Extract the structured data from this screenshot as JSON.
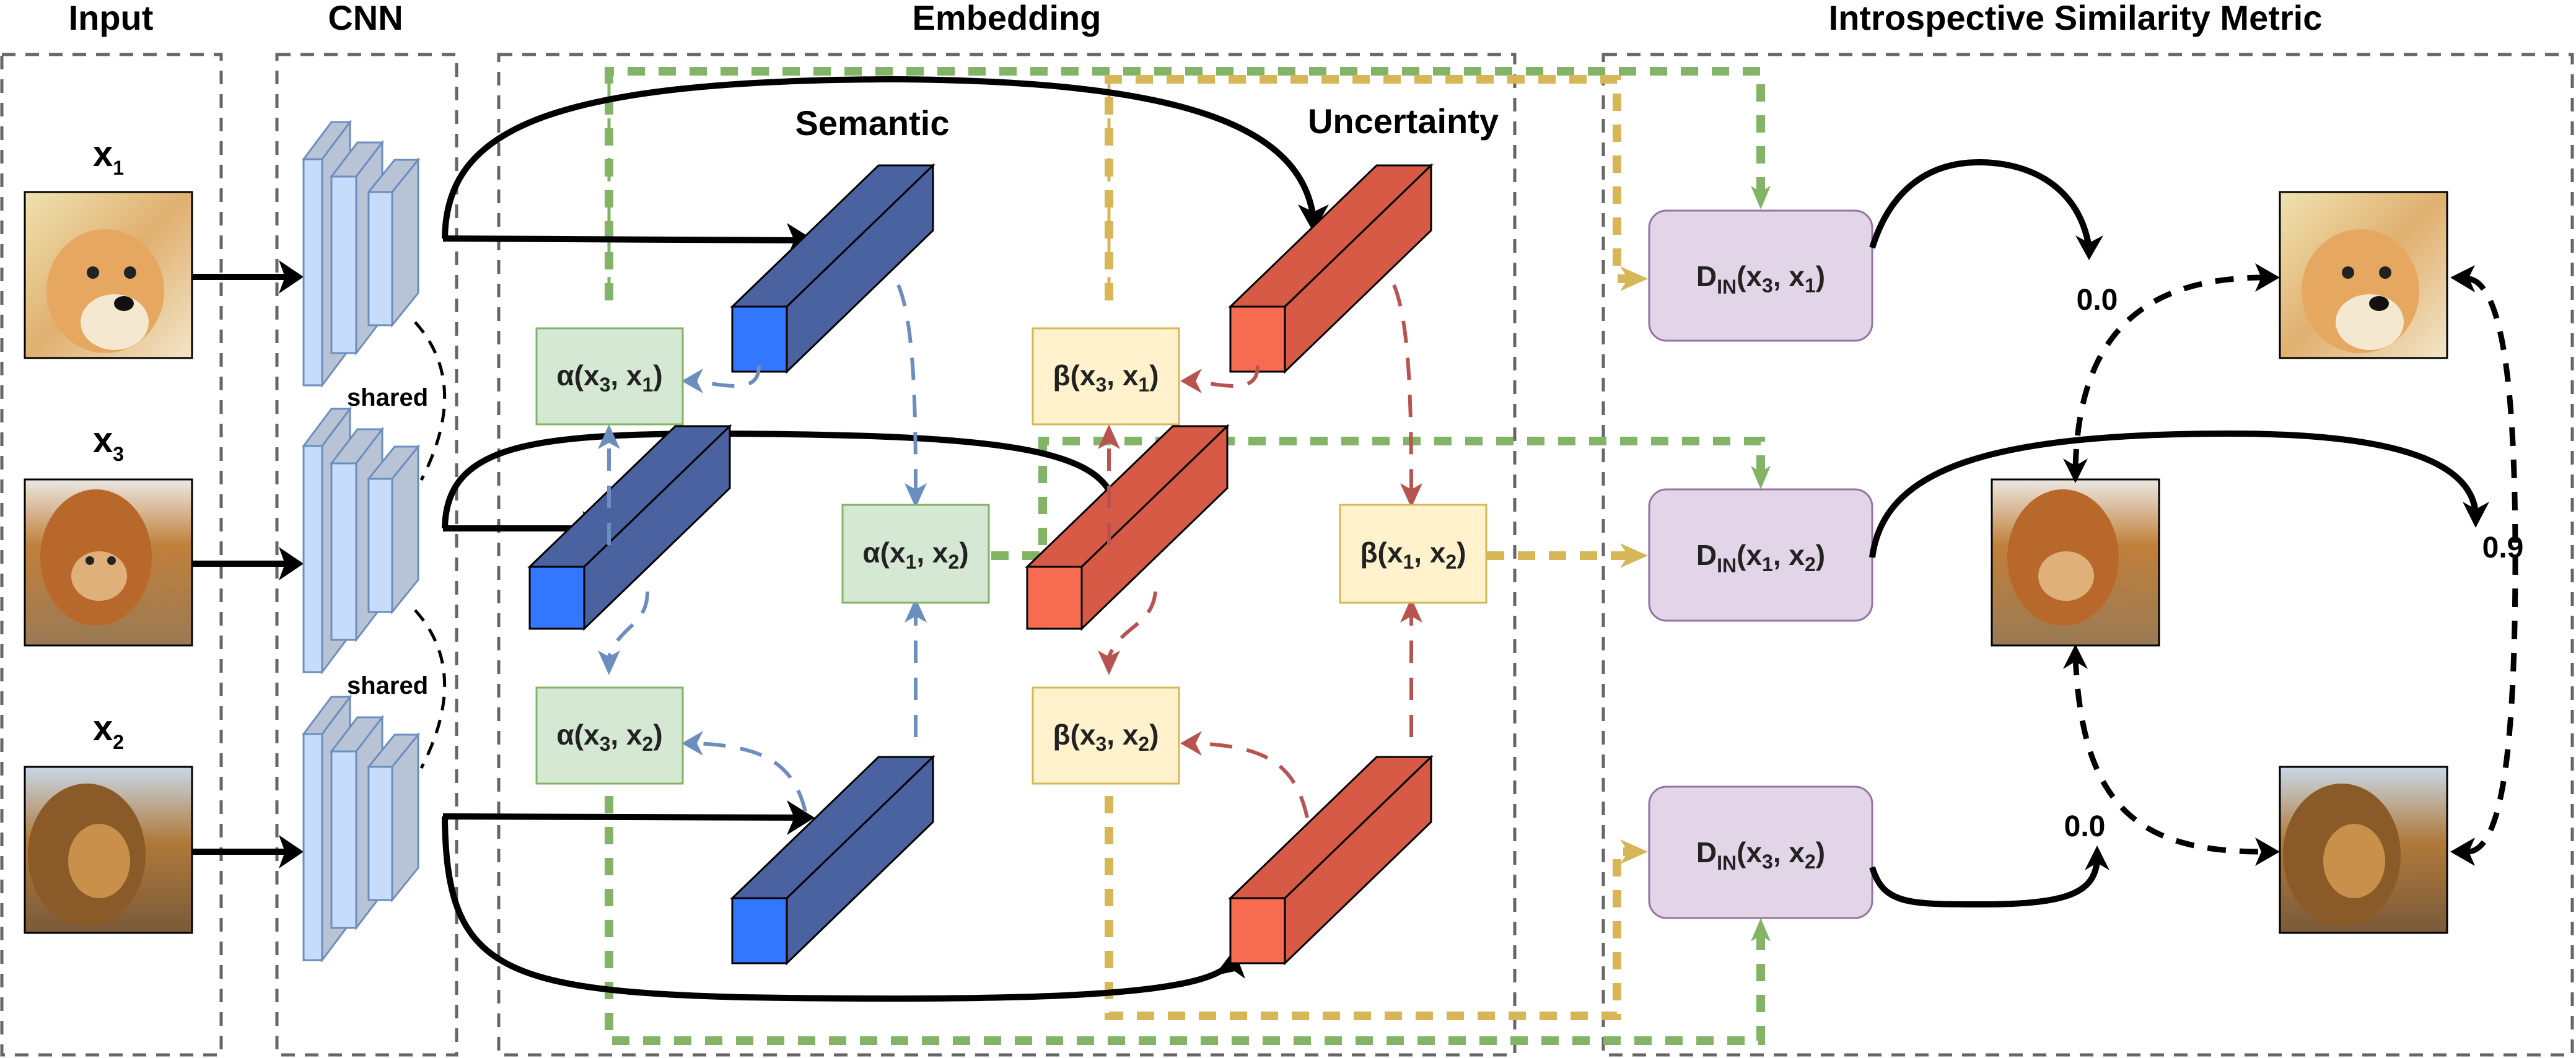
{
  "sections": {
    "input": "Input",
    "cnn": "CNN",
    "embedding": "Embedding",
    "metric": "Introspective Similarity Metric"
  },
  "inputs": [
    {
      "label": "x",
      "sub": "1",
      "image": "shiba-inu-dog"
    },
    {
      "label": "x",
      "sub": "3",
      "image": "dog-lion-blend"
    },
    {
      "label": "x",
      "sub": "2",
      "image": "lion"
    }
  ],
  "cnn": {
    "shared_label_1": "shared",
    "shared_label_2": "shared"
  },
  "embedding": {
    "semantic_label": "Semantic",
    "uncertainty_label": "Uncertainty",
    "alpha_symbol": "α",
    "beta_symbol": "β",
    "alpha_boxes": [
      {
        "a": "x",
        "a_sub": "3",
        "b": "x",
        "b_sub": "1"
      },
      {
        "a": "x",
        "a_sub": "1",
        "b": "x",
        "b_sub": "2"
      },
      {
        "a": "x",
        "a_sub": "3",
        "b": "x",
        "b_sub": "2"
      }
    ],
    "beta_boxes": [
      {
        "a": "x",
        "a_sub": "3",
        "b": "x",
        "b_sub": "1"
      },
      {
        "a": "x",
        "a_sub": "1",
        "b": "x",
        "b_sub": "2"
      },
      {
        "a": "x",
        "a_sub": "3",
        "b": "x",
        "b_sub": "2"
      }
    ]
  },
  "metric": {
    "d_symbol": "D",
    "d_sub": "IN",
    "d_boxes": [
      {
        "a": "x",
        "a_sub": "3",
        "b": "x",
        "b_sub": "1"
      },
      {
        "a": "x",
        "a_sub": "1",
        "b": "x",
        "b_sub": "2"
      },
      {
        "a": "x",
        "a_sub": "3",
        "b": "x",
        "b_sub": "2"
      }
    ],
    "scores": [
      "0.0",
      "0.9",
      "0.0"
    ],
    "output_images": [
      "shiba-inu-dog",
      "dog-lion-blend",
      "lion"
    ]
  },
  "colors": {
    "semantic_front": "#3377ff",
    "semantic_side": "#4a63a0",
    "uncertainty_front": "#f76b51",
    "uncertainty_side": "#d65a46",
    "alpha_fill": "#d5e8d4",
    "beta_fill": "#fff2cc",
    "d_fill": "#e1d5e7",
    "green_dash": "#82b366",
    "yellow_dash": "#d6b656",
    "blue_dash": "#6c8ebf",
    "red_dash": "#b85450",
    "cnn_front": "#c6dcfa",
    "cnn_side": "#b8c4d6"
  }
}
